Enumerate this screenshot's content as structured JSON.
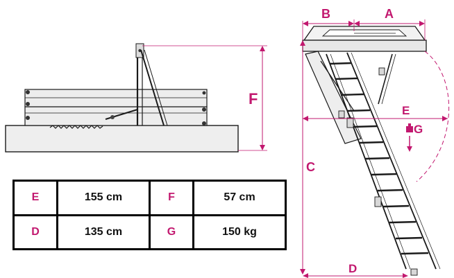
{
  "dimension_labels": {
    "A": "A",
    "B": "B",
    "C": "C",
    "D": "D",
    "E": "E",
    "F": "F",
    "G": "G"
  },
  "specs": [
    [
      {
        "key": "E",
        "value": "155 cm"
      },
      {
        "key": "F",
        "value": "57 cm"
      }
    ],
    [
      {
        "key": "D",
        "value": "135 cm"
      },
      {
        "key": "G",
        "value": "150 kg"
      }
    ]
  ],
  "colors": {
    "accent": "#c2186f",
    "line": "#1a1a1a",
    "panel": "#ededed"
  },
  "icons": {
    "weight": "weight-icon",
    "load_arrow": "arrow-down-icon"
  }
}
